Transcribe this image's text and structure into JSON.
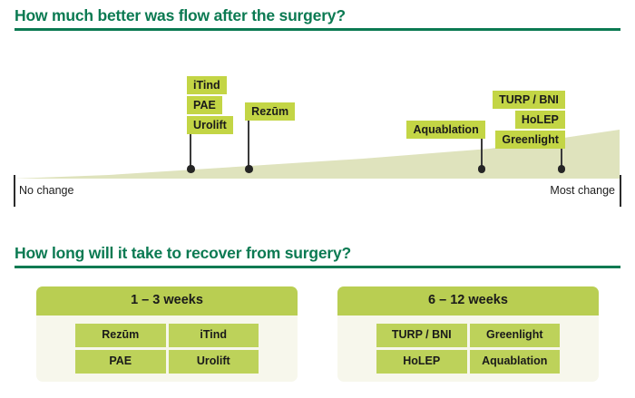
{
  "sections": {
    "flow": {
      "heading_prefix": "How much better was ",
      "heading_emphasis": "flow",
      "heading_suffix": " after the surgery?"
    },
    "recover": {
      "heading_prefix": "How long will it take to ",
      "heading_emphasis": "recover from surgery",
      "heading_suffix": "?"
    }
  },
  "chart_data": {
    "type": "scatter",
    "title": "How much better was flow after the surgery?",
    "xlabel": "",
    "ylabel": "",
    "axis_labels": {
      "left": "No change",
      "right": "Most change"
    },
    "xlim": [
      0,
      100
    ],
    "grid": false,
    "legend": "none",
    "colors": {
      "heading_green": "#0b7a52",
      "chip_green": "#c3d545",
      "wedge_fill": "#dfe3bd",
      "panel_header": "#b9ce52",
      "panel_cell": "#bdd25a",
      "panel_body": "#f7f7ec",
      "marker": "#252525"
    },
    "points": [
      {
        "x": 29.2,
        "labels": [
          "iTind",
          "PAE",
          "Urolift"
        ],
        "label_align": "left",
        "stem_height": 52
      },
      {
        "x": 38.8,
        "labels": [
          "Rezūm"
        ],
        "label_align": "left",
        "stem_height": 67
      },
      {
        "x": 77.2,
        "labels": [
          "Aquablation"
        ],
        "label_align": "right",
        "stem_height": 47
      },
      {
        "x": 90.4,
        "labels": [
          "TURP / BNI",
          "HoLEP",
          "Greenlight"
        ],
        "label_align": "right",
        "stem_height": 36
      }
    ]
  },
  "recovery_panels": [
    {
      "header": "1 – 3 weeks",
      "rows": [
        [
          "Rezūm",
          "iTind"
        ],
        [
          "PAE",
          "Urolift"
        ]
      ]
    },
    {
      "header": "6 – 12 weeks",
      "rows": [
        [
          "TURP / BNI",
          "Greenlight"
        ],
        [
          "HoLEP",
          "Aquablation"
        ]
      ]
    }
  ]
}
